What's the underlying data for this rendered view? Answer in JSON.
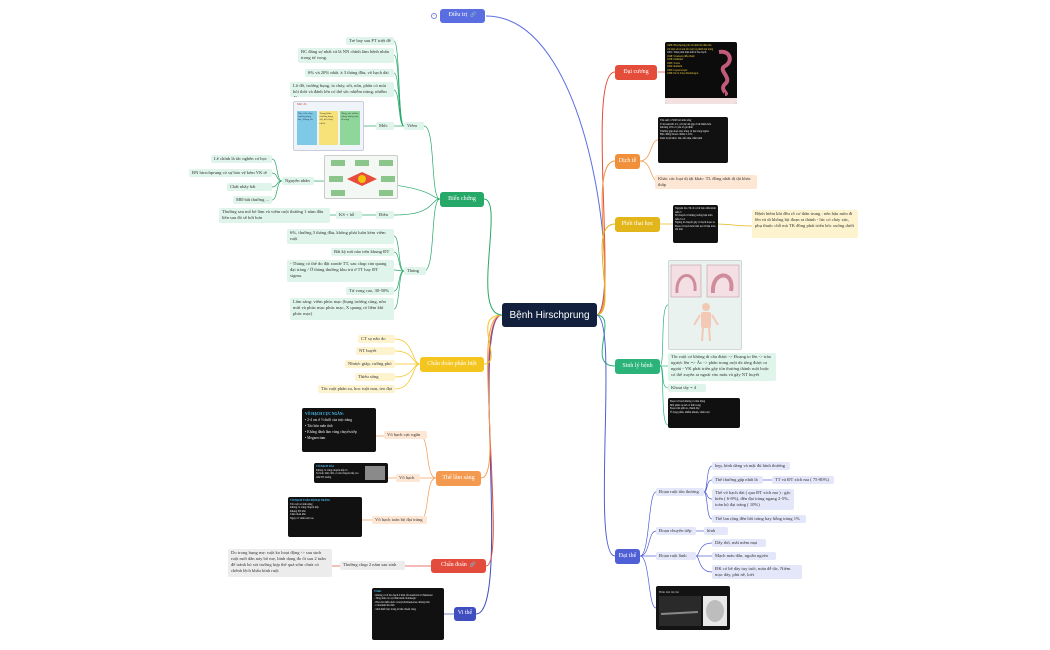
{
  "root": {
    "label": "Bệnh Hirschprung"
  },
  "colors": {
    "root": "#12203d",
    "dieu_tri": "#5b6ee1",
    "dai_cuong": "#e44d3a",
    "dich_te": "#f0903a",
    "phoi_thai_hoc": "#e2b51a",
    "sinh_ly_benh": "#2bb37a",
    "dai_the": "#4f5fd6",
    "vi_the": "#3f4fc0",
    "chan_doan": "#e34b3d",
    "the_lam_sang": "#f49a50",
    "chan_doan_phan_biet": "#f4c41f",
    "bien_chung": "#26a869"
  },
  "branches": {
    "dieu_tri": {
      "label": "Điều trị",
      "icon": "link-icon"
    },
    "dai_cuong": {
      "label": "Đại cương"
    },
    "dich_te": {
      "label": "Dịch tễ",
      "children": [
        "Khác các loại dị tật khác: TL đồng nhất dị tật khác thấp"
      ]
    },
    "phoi_thai_hoc": {
      "label": "Phôi thai học",
      "children": [
        "Bệnh hiếm khi đều rõ cơ thần trung : nên hậu môn đi lên và di không bịt đoạn ra thành - lúc có chảy xúc, phụ thuộc chỗ mà TK đồng phát triển bốc xuống dưới"
      ]
    },
    "sinh_ly_benh": {
      "label": "Sinh lý bệnh",
      "children": [
        "Tắc ruột cơ không di cầu được -> Đoạng to lên -> trào ngược lên => Ác -> phân trong ruột ứa tống được ra ngoài - VK phát triển gây tổn thương thành ruột hoặc có thể xuyên ra ngoài vào máu và gây NT huyết",
        "Khoai tây = 4 quả"
      ]
    },
    "dai_the": {
      "label": "Đại thể",
      "children": [
        {
          "label": "Đoạn ruột tổn thương",
          "children": [
            "hẹp, hình dáng và mặt đủ bình thường",
            "Thể thường gặp nhất là",
            "TT và ĐT xích ma ( 75-80%)",
            "Thể vô hạch dài ( qua ĐT xích ma ) : gặc hiển ( 6-8%), đến đại tràng ngang 2-5%, toàn bộ đại tràng ( 10%)",
            "Thể lan rộng đến hồi tràng hay hỗng tràng 1%"
          ]
        },
        {
          "label": "Đoạn chuyển tiếp",
          "children": [
            "hình phễu"
          ]
        },
        {
          "label": "Đoạn ruột lành",
          "children": [
            "Dãy thồ, mắt mềm mại",
            "Mạch máu dãn, ngoằn ngoèo",
            "ĐK có bề dày tuy tuổi, máu dễ tắc, Niêm mạc dày, phù nề, loét"
          ]
        }
      ]
    },
    "vi_the": {
      "label": "Vi thể"
    },
    "chan_doan": {
      "label": "Chẩn đoán",
      "icon": "link-icon",
      "children": [
        {
          "label": "Thường chụp 2 năm sau sinh",
          "children": [
            "Do trong bụng mẹ: ruột ko hoạt động -> sau sinh ruột mới dần nảy bố mẹ, hình dạng đo ổi sau 2 tuần để tránh bỏ sót trường hợp thể quá sớm chưa có chênh lệch khẩu kính ruột"
          ]
        }
      ]
    },
    "the_lam_sang": {
      "label": "Thể lâm sàng",
      "children": [
        {
          "label": "Vô hạch cực ngắn"
        },
        {
          "label": "Vô hạch dài"
        },
        {
          "label": "Vô hạch toàn bộ đại tràng"
        }
      ]
    },
    "chan_doan_phan_biet": {
      "label": "Chẩn đoán phân biệt",
      "children": [
        "CT sọ não do sản khoa",
        "NT huyết",
        "Nhược giáp, cường phó giáp",
        "Thiểu sống thượng thận",
        "Tắc ruột phân su, hoc ruột non, teo đại tràng"
      ]
    },
    "bien_chung": {
      "label": "Biến chứng",
      "children": [
        {
          "label": "Viêm ruột",
          "children": [
            "Trẻ hay sau PT triệt để",
            "BC đáng sợ nhất và là NN chính làm bệnh nhân trong tử vong.",
            "6% và 20% nhất. à 3 tháng đầu, vô hạch dài",
            "Lờ đờ, trướng bụng, ỉa chảy, sốt, nôn, phân có mùi hôi thối và đánh lớn có thể sốc nhiễm trùng, nhiễm độc",
            {
              "label": "Mức độ"
            }
          ]
        },
        {
          "label": "Nguyên nhân",
          "children": [
            "Lê chính là tắc nghẽn cơ học",
            "BN hirschprung có sự bảo vệ kém VK tế",
            "Chất nhầy bất thường",
            "MĐ bất thường ..."
          ]
        },
        {
          "label": "Điều trị",
          "children": [
            {
              "label": "KS + hỗ trợ",
              "children": [
                "Thường sau mổ bé làm và viêm ruột thường 1 năm đầu liên sau đó sẽ bớt hơn"
              ]
            }
          ]
        },
        {
          "label": "Thủng ruột",
          "children": [
            "6%, thường 3 tháng đầu, không phải luôn kèm viêm ruột",
            "Bắt kỳ nơi nào trên khung ĐT",
            "- Thủng có thể do đặt xonde TT, sau chụp cản quang đại tràng / Ở tháng thường khu trú ở TT hay ĐT sigma.",
            "Tử vong cao, 30-50%",
            "Lâm sàng: viêm phúc mạc (bụng trướng căng, nôn mửi và phúc mạc phúc mạc, X quang có liềm khí phúc mạc)"
          ]
        }
      ]
    }
  },
  "images": {
    "dai_cuong": {
      "lines": [
        "1886: Hirschprung mô tả bệnh lần đầu tiên với một số trẻ em tắc ruột và phình đại tràng",
        "1901: Tittel phát hiện mất tế bào hạch",
        "1948: Swenson phẫu thuật",
        "1958: Duhamel",
        "1963: Soave",
        "1964: Rehbein",
        "1995: Laparoscopic",
        "1998: De la Torre-Mondragon"
      ]
    },
    "dich_te": {
      "lines": [
        "Tần suất: 1/5000 trẻ sinh sống",
        "Tỉ lệ nam/nữ: 4/1, với thể dài gặp ở nữ nhiều hơn",
        "Khoảng 10% có yếu tố gia đình",
        "Thường gặp đoạn trực tràng và đại tràng sigma",
        "Hội chứng Down chiếm 5-10%",
        "Kèm dị tật khác: tim, tiết niệu, thần kinh"
      ]
    },
    "phoi_thai_hoc": {
      "lines": [
        "Nguyên bào TK di cư từ mào thần kinh tuần 5",
        "Di chuyển từ miệng xuống hậu môn tuần 5-12",
        "Ngừng di chuyển gây vô hạch đoạn xa",
        "Đoạn vô hạch luôn liên tục từ hậu môn lên trên"
      ]
    },
    "sinh_ly_benh": {
      "lines": [
        "Đoạn vô hạch không có nhu động",
        "Mất phản xạ mở cơ thắt trong",
        "Đoạn trên giãn to, thành dày",
        "Ứ đọng phân, nhiễm khuẩn, viêm ruột"
      ]
    },
    "dai_the": {
      "caption": "Hình ảnh đại thể"
    },
    "vi_the": {
      "lines": [
        "Vi thể:",
        "- Không có tế bào hạch ở đám rối Auerbach và Meissner",
        "- Tăng sinh các sợi thần kinh cholinergic",
        "- Hóa mô miễn dịch: Acetylcholinesterase dương tính",
        "- Calretinin âm tính",
        "- Sinh thiết trực tràng là tiêu chuẩn vàng"
      ]
    },
    "vo_hach_cuc_ngan": {
      "title": "VÔ HẠCH CỰC NGẮN:",
      "bullets": [
        "2-4 cm ở ½ dưới của trực tràng",
        "Táo bón mãn tính",
        "Không đánh làm vùng chuyển tiếp",
        "Megarectum"
      ]
    },
    "vo_hach_dai": {
      "title": "VÔ HẠCH DÀI",
      "bullets": [
        "Không có vùng chuyển tiếp rõ",
        "Sổ hoặc tính chất, có nút chuyển tiếp cao trên ĐT xuống"
      ]
    },
    "vo_hach_toan_bo": {
      "title": "VÔ HẠCH TOÀN BỘ ĐẠI TRÀNG",
      "bullets": [
        "Tắc ruột sơ sinh nặng",
        "Không có vùng chuyển tiếp",
        "Khung ĐT nhỏ",
        "Chẩn đoán khó",
        "Nguy cơ viêm ruột cao"
      ]
    },
    "muc_do": {
      "title": "Mức độ",
      "cards": [
        "Nhẹ: tiêu chảy, chướng bụng nhẹ, không sốc",
        "Trung bình: chướng bụng, sốt, tiêu chảy nhiều",
        "Nặng: sốc nhiễm trùng, thủng ruột, tử vong"
      ]
    }
  }
}
